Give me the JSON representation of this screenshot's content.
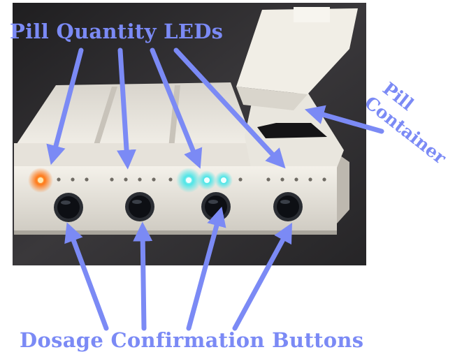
{
  "labels": {
    "top": "Pill Quantity LEDs",
    "bottom": "Dosage Confirmation Buttons",
    "right_line1": "Pill",
    "right_line2": "Container"
  },
  "colors": {
    "annotation": "#7b8af5",
    "background_photo": "#2b2a2c",
    "device_body": "#ece9e2",
    "led_orange": "#ff7a1a",
    "led_cyan": "#4fe6e8",
    "button": "#0d0f14"
  },
  "leds": [
    {
      "color": "orange",
      "lit": true
    },
    {
      "color": "cyan",
      "lit": true
    },
    {
      "color": "cyan",
      "lit": true
    },
    {
      "color": "cyan",
      "lit": true
    }
  ],
  "buttons_count": 4
}
